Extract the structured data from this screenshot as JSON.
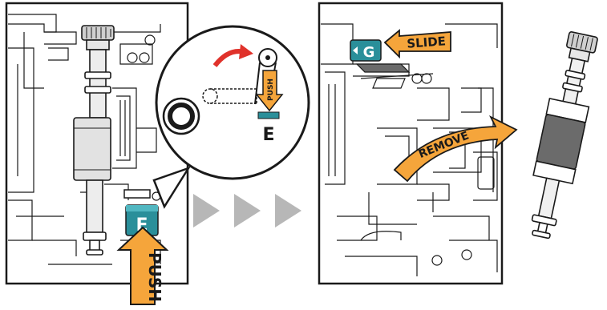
{
  "labels": {
    "push_main": "PUSH",
    "push_callout": "PUSH",
    "key_e_block": "E",
    "key_e_callout": "E",
    "key_g_block": "G",
    "slide": "SLIDE",
    "remove": "REMOVE"
  },
  "colors": {
    "orange": "#f5a53b",
    "teal": "#2a8f9a",
    "teal_light": "#51b7c1",
    "red_arrow": "#e0322b",
    "gray_arrows": "#b7b7b7",
    "roller_dark": "#6b6b6b",
    "line": "#1a1a1a"
  },
  "icons": {
    "sequence": "triple-chevron-right-icon",
    "rotate": "curved-arrow-icon"
  }
}
